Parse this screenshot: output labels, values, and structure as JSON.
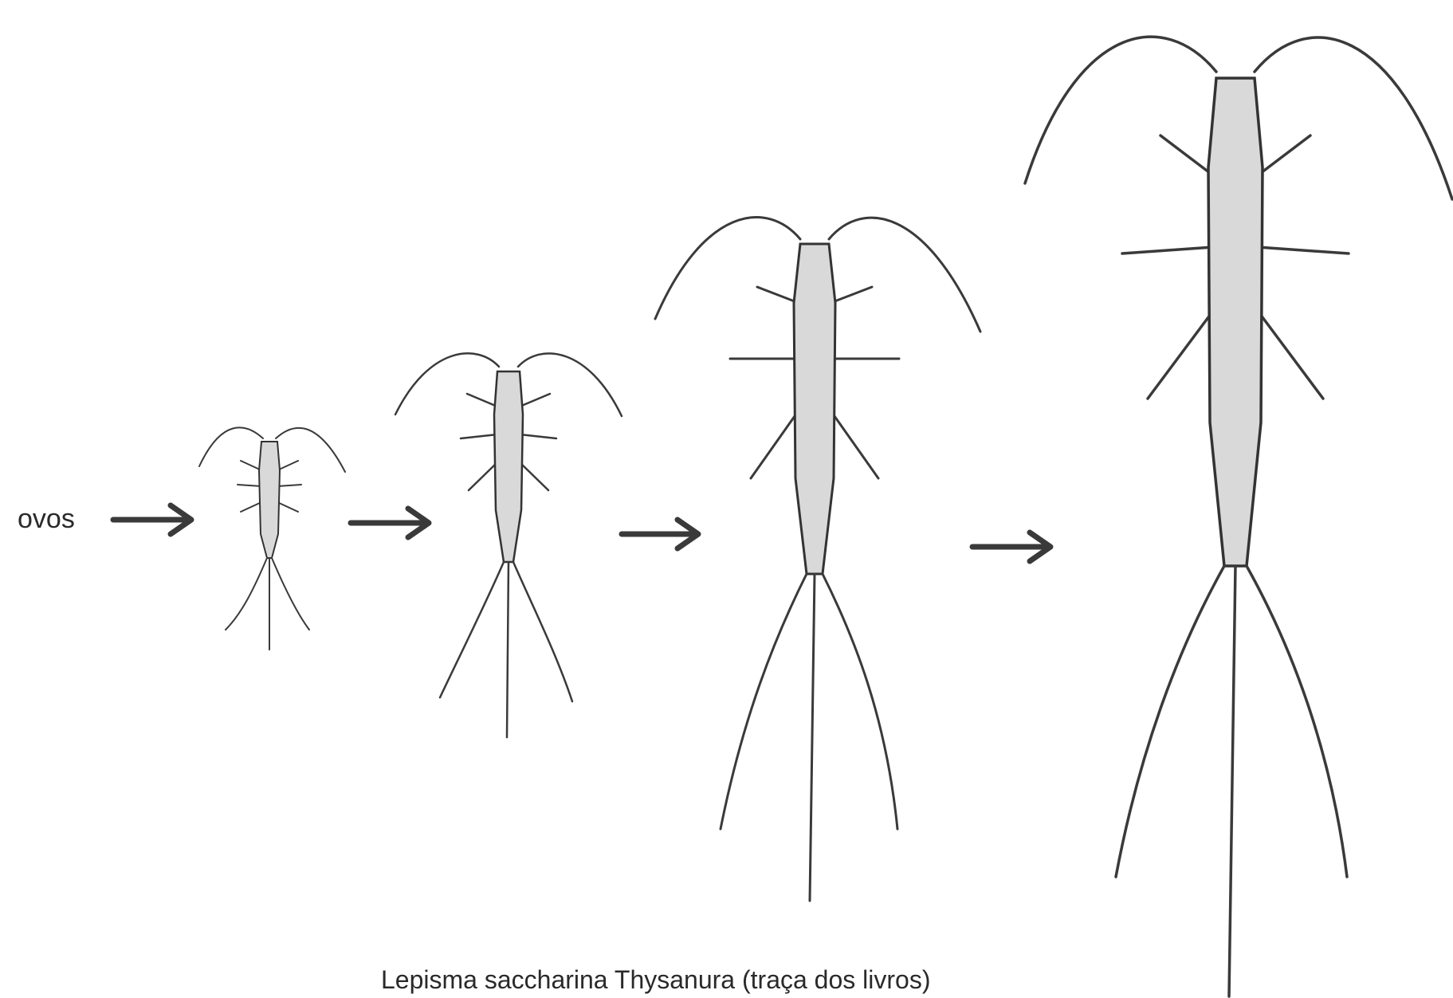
{
  "diagram": {
    "start_label": "ovos",
    "caption": "Lepisma saccharina   Thysanura (traça dos livros)",
    "stages": [
      {
        "name": "stage-1"
      },
      {
        "name": "stage-2"
      },
      {
        "name": "stage-3"
      },
      {
        "name": "stage-4"
      }
    ],
    "arrows": 4,
    "colors": {
      "ink": "#2a2a2a",
      "body": "#d9d9d9",
      "background": "#ffffff"
    }
  }
}
